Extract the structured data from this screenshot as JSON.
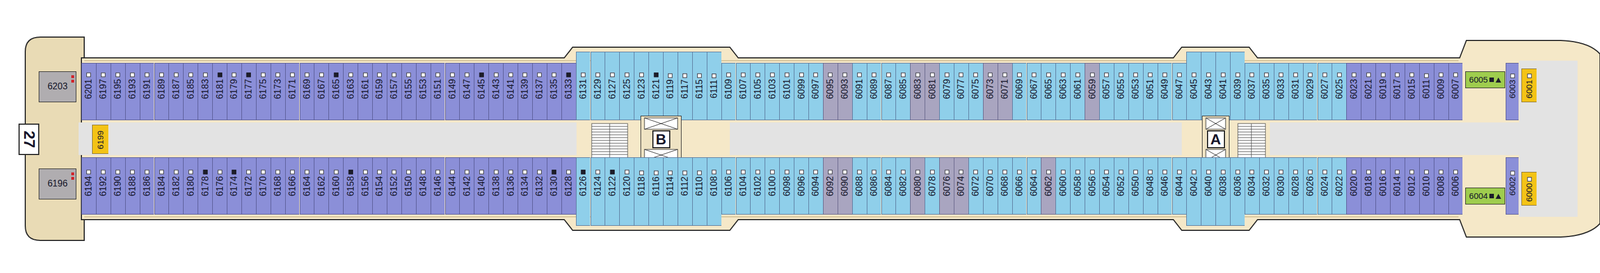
{
  "diagram": {
    "nodes": [
      {
        "text": [
          "6203"
        ]
      },
      {
        "text": [
          "6201"
        ]
      },
      {
        "text": [
          "6197"
        ]
      },
      {
        "text": [
          "6195"
        ]
      },
      {
        "text": [
          "6193"
        ]
      },
      {
        "text": [
          "6191"
        ]
      },
      {
        "text": [
          "6189"
        ]
      },
      {
        "text": [
          "6187"
        ]
      },
      {
        "text": [
          "6185"
        ]
      },
      {
        "text": [
          "6183"
        ]
      },
      {
        "text": [
          "6181"
        ]
      },
      {
        "text": [
          "6179"
        ]
      },
      {
        "text": [
          "6177"
        ]
      },
      {
        "text": [
          "6175"
        ]
      },
      {
        "text": [
          "6173"
        ]
      },
      {
        "text": [
          "6171"
        ]
      },
      {
        "text": [
          "6169"
        ]
      },
      {
        "text": [
          "6167"
        ]
      },
      {
        "text": [
          "6165"
        ]
      },
      {
        "text": [
          "6163"
        ]
      },
      {
        "text": [
          "6161"
        ]
      },
      {
        "text": [
          "6159"
        ]
      },
      {
        "text": [
          "6157"
        ]
      },
      {
        "text": [
          "6155"
        ]
      },
      {
        "text": [
          "6153"
        ]
      },
      {
        "text": [
          "6151"
        ]
      },
      {
        "text": [
          "6149"
        ]
      },
      {
        "text": [
          "6147"
        ]
      },
      {
        "text": [
          "6145"
        ]
      },
      {
        "text": [
          "6143"
        ]
      },
      {
        "text": [
          "6141"
        ]
      },
      {
        "text": [
          "6139"
        ]
      },
      {
        "text": [
          "6137"
        ]
      },
      {
        "text": [
          "6135"
        ]
      },
      {
        "text": [
          "6133"
        ]
      },
      {
        "text": [
          "6131"
        ]
      },
      {
        "text": [
          "6129"
        ]
      },
      {
        "text": [
          "6127"
        ]
      },
      {
        "text": [
          "6125"
        ]
      },
      {
        "text": [
          "6123"
        ]
      },
      {
        "text": [
          "6121"
        ]
      },
      {
        "text": [
          "6119"
        ]
      },
      {
        "text": [
          "6117"
        ]
      },
      {
        "text": [
          "6115"
        ]
      },
      {
        "text": [
          "6111"
        ]
      },
      {
        "text": [
          "6109"
        ]
      },
      {
        "text": [
          "6107"
        ]
      },
      {
        "text": [
          "6105"
        ]
      },
      {
        "text": [
          "6103"
        ]
      },
      {
        "text": [
          "6101"
        ]
      },
      {
        "text": [
          "6099"
        ]
      },
      {
        "text": [
          "6097"
        ]
      },
      {
        "text": [
          "6095"
        ]
      },
      {
        "text": [
          "6093"
        ]
      },
      {
        "text": [
          "6091"
        ]
      },
      {
        "text": [
          "6089"
        ]
      },
      {
        "text": [
          "6087"
        ]
      },
      {
        "text": [
          "6085"
        ]
      },
      {
        "text": [
          "6083"
        ]
      },
      {
        "text": [
          "6081"
        ]
      },
      {
        "text": [
          "6079"
        ]
      },
      {
        "text": [
          "6077"
        ]
      },
      {
        "text": [
          "6075"
        ]
      },
      {
        "text": [
          "6073"
        ]
      },
      {
        "text": [
          "6071"
        ]
      },
      {
        "text": [
          "6069"
        ]
      },
      {
        "text": [
          "6067"
        ]
      },
      {
        "text": [
          "6065"
        ]
      },
      {
        "text": [
          "6063"
        ]
      },
      {
        "text": [
          "6061"
        ]
      },
      {
        "text": [
          "6059"
        ]
      },
      {
        "text": [
          "6057"
        ]
      },
      {
        "text": [
          "6055"
        ]
      },
      {
        "text": [
          "6053"
        ]
      },
      {
        "text": [
          "6051"
        ]
      },
      {
        "text": [
          "6049"
        ]
      },
      {
        "text": [
          "6047"
        ]
      },
      {
        "text": [
          "6045"
        ]
      },
      {
        "text": [
          "6043"
        ]
      },
      {
        "text": [
          "6041"
        ]
      },
      {
        "text": [
          "6039"
        ]
      },
      {
        "text": [
          "6037"
        ]
      },
      {
        "text": [
          "6035"
        ]
      },
      {
        "text": [
          "6033"
        ]
      },
      {
        "text": [
          "6031"
        ]
      },
      {
        "text": [
          "6029"
        ]
      },
      {
        "text": [
          "6027"
        ]
      },
      {
        "text": [
          "6025"
        ]
      },
      {
        "text": [
          "6023"
        ]
      },
      {
        "text": [
          "6021"
        ]
      },
      {
        "text": [
          "6019"
        ]
      },
      {
        "text": [
          "6017"
        ]
      },
      {
        "text": [
          "6015"
        ]
      },
      {
        "text": [
          "6011"
        ]
      },
      {
        "text": [
          "6009"
        ]
      },
      {
        "text": [
          "6007"
        ]
      },
      {
        "text": [
          "6005"
        ]
      },
      {
        "text": [
          "6003"
        ]
      },
      {
        "text": [
          "6001"
        ]
      },
      {
        "text": [
          "27"
        ]
      },
      {
        "text": [
          "6199"
        ]
      },
      {
        "text": [
          "B"
        ]
      },
      {
        "text": [
          "A"
        ]
      },
      {
        "text": [
          "6196"
        ]
      },
      {
        "text": [
          "6194"
        ]
      },
      {
        "text": [
          "6192"
        ]
      },
      {
        "text": [
          "6190"
        ]
      },
      {
        "text": [
          "6188"
        ]
      },
      {
        "text": [
          "6186"
        ]
      },
      {
        "text": [
          "6184"
        ]
      },
      {
        "text": [
          "6182"
        ]
      },
      {
        "text": [
          "6180"
        ]
      },
      {
        "text": [
          "6178"
        ]
      },
      {
        "text": [
          "6176"
        ]
      },
      {
        "text": [
          "6174"
        ]
      },
      {
        "text": [
          "6172"
        ]
      },
      {
        "text": [
          "6170"
        ]
      },
      {
        "text": [
          "6168"
        ]
      },
      {
        "text": [
          "6166"
        ]
      },
      {
        "text": [
          "6164"
        ]
      },
      {
        "text": [
          "6162"
        ]
      },
      {
        "text": [
          "6160"
        ]
      },
      {
        "text": [
          "6158"
        ]
      },
      {
        "text": [
          "6156"
        ]
      },
      {
        "text": [
          "6154"
        ]
      },
      {
        "text": [
          "6152"
        ]
      },
      {
        "text": [
          "6150"
        ]
      },
      {
        "text": [
          "6148"
        ]
      },
      {
        "text": [
          "6146"
        ]
      },
      {
        "text": [
          "6144"
        ]
      },
      {
        "text": [
          "6142"
        ]
      },
      {
        "text": [
          "6140"
        ]
      },
      {
        "text": [
          "6138"
        ]
      },
      {
        "text": [
          "6136"
        ]
      },
      {
        "text": [
          "6134"
        ]
      },
      {
        "text": [
          "6132"
        ]
      },
      {
        "text": [
          "6130"
        ]
      },
      {
        "text": [
          "6128"
        ]
      },
      {
        "text": [
          "6126"
        ]
      },
      {
        "text": [
          "6124"
        ]
      },
      {
        "text": [
          "6122"
        ]
      },
      {
        "text": [
          "6120"
        ]
      },
      {
        "text": [
          "6118"
        ]
      },
      {
        "text": [
          "6116"
        ]
      },
      {
        "text": [
          "6114"
        ]
      },
      {
        "text": [
          "6112"
        ]
      },
      {
        "text": [
          "6110"
        ]
      },
      {
        "text": [
          "6108"
        ]
      },
      {
        "text": [
          "6106"
        ]
      },
      {
        "text": [
          "6104"
        ]
      },
      {
        "text": [
          "6102"
        ]
      },
      {
        "text": [
          "6100"
        ]
      },
      {
        "text": [
          "6098"
        ]
      },
      {
        "text": [
          "6096"
        ]
      },
      {
        "text": [
          "6094"
        ]
      },
      {
        "text": [
          "6092"
        ]
      },
      {
        "text": [
          "6090"
        ]
      },
      {
        "text": [
          "6088"
        ]
      },
      {
        "text": [
          "6086"
        ]
      },
      {
        "text": [
          "6084"
        ]
      },
      {
        "text": [
          "6082"
        ]
      },
      {
        "text": [
          "6080"
        ]
      },
      {
        "text": [
          "6078"
        ]
      },
      {
        "text": [
          "6076"
        ]
      },
      {
        "text": [
          "6074"
        ]
      },
      {
        "text": [
          "6072"
        ]
      },
      {
        "text": [
          "6070"
        ]
      },
      {
        "text": [
          "6068"
        ]
      },
      {
        "text": [
          "6066"
        ]
      },
      {
        "text": [
          "6064"
        ]
      },
      {
        "text": [
          "6062"
        ]
      },
      {
        "text": [
          "6060"
        ]
      },
      {
        "text": [
          "6058"
        ]
      },
      {
        "text": [
          "6056"
        ]
      },
      {
        "text": [
          "6054"
        ]
      },
      {
        "text": [
          "6052"
        ]
      },
      {
        "text": [
          "6050"
        ]
      },
      {
        "text": [
          "6048"
        ]
      },
      {
        "text": [
          "6046"
        ]
      },
      {
        "text": [
          "6044"
        ]
      },
      {
        "text": [
          "6042"
        ]
      },
      {
        "text": [
          "6040"
        ]
      },
      {
        "text": [
          "6038"
        ]
      },
      {
        "text": [
          "6036"
        ]
      },
      {
        "text": [
          "6034"
        ]
      },
      {
        "text": [
          "6032"
        ]
      },
      {
        "text": [
          "6030"
        ]
      },
      {
        "text": [
          "6028"
        ]
      },
      {
        "text": [
          "6026"
        ]
      },
      {
        "text": [
          "6024"
        ]
      },
      {
        "text": [
          "6022"
        ]
      },
      {
        "text": [
          "6020"
        ]
      },
      {
        "text": [
          "6018"
        ]
      },
      {
        "text": [
          "6016"
        ]
      },
      {
        "text": [
          "6014"
        ]
      },
      {
        "text": [
          "6012"
        ]
      },
      {
        "text": [
          "6010"
        ]
      },
      {
        "text": [
          "6008"
        ]
      },
      {
        "text": [
          "6006"
        ]
      },
      {
        "text": [
          "6004"
        ]
      },
      {
        "text": [
          "6002"
        ]
      },
      {
        "text": [
          "6000"
        ]
      }
    ]
  }
}
